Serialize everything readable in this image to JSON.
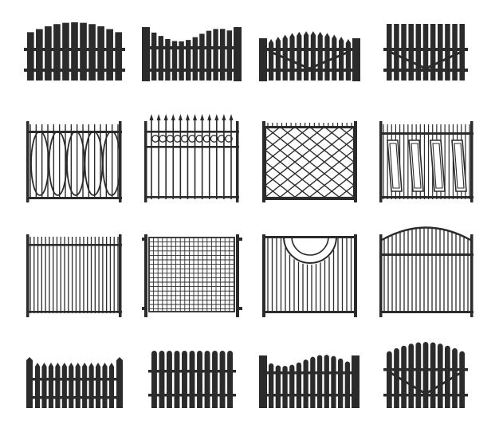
{
  "image": {
    "background": "#ffffff",
    "ink": "#2b2b2b",
    "subject": "fence-set-icons"
  },
  "fences": [
    {
      "row": 1,
      "col": 1,
      "kind": "picket-arch-top"
    },
    {
      "row": 1,
      "col": 2,
      "kind": "picket-wave-top"
    },
    {
      "row": 1,
      "col": 3,
      "kind": "picket-pointed-arch-braced"
    },
    {
      "row": 1,
      "col": 4,
      "kind": "picket-flat-x-brace"
    },
    {
      "row": 2,
      "col": 1,
      "kind": "iron-ellipse-loops"
    },
    {
      "row": 2,
      "col": 2,
      "kind": "iron-spear-ring-band"
    },
    {
      "row": 2,
      "col": 3,
      "kind": "iron-diamond-lattice"
    },
    {
      "row": 2,
      "col": 4,
      "kind": "iron-diamond-panels"
    },
    {
      "row": 3,
      "col": 1,
      "kind": "iron-thin-spear-bars"
    },
    {
      "row": 3,
      "col": 2,
      "kind": "wire-mesh-grid"
    },
    {
      "row": 3,
      "col": 3,
      "kind": "iron-semicircle-cutout"
    },
    {
      "row": 3,
      "col": 4,
      "kind": "iron-arched-top"
    },
    {
      "row": 4,
      "col": 1,
      "kind": "picket-low-pointed"
    },
    {
      "row": 4,
      "col": 2,
      "kind": "picket-rounded-flat"
    },
    {
      "row": 4,
      "col": 3,
      "kind": "picket-rounded-wave"
    },
    {
      "row": 4,
      "col": 4,
      "kind": "picket-rounded-arch-x-brace"
    }
  ]
}
